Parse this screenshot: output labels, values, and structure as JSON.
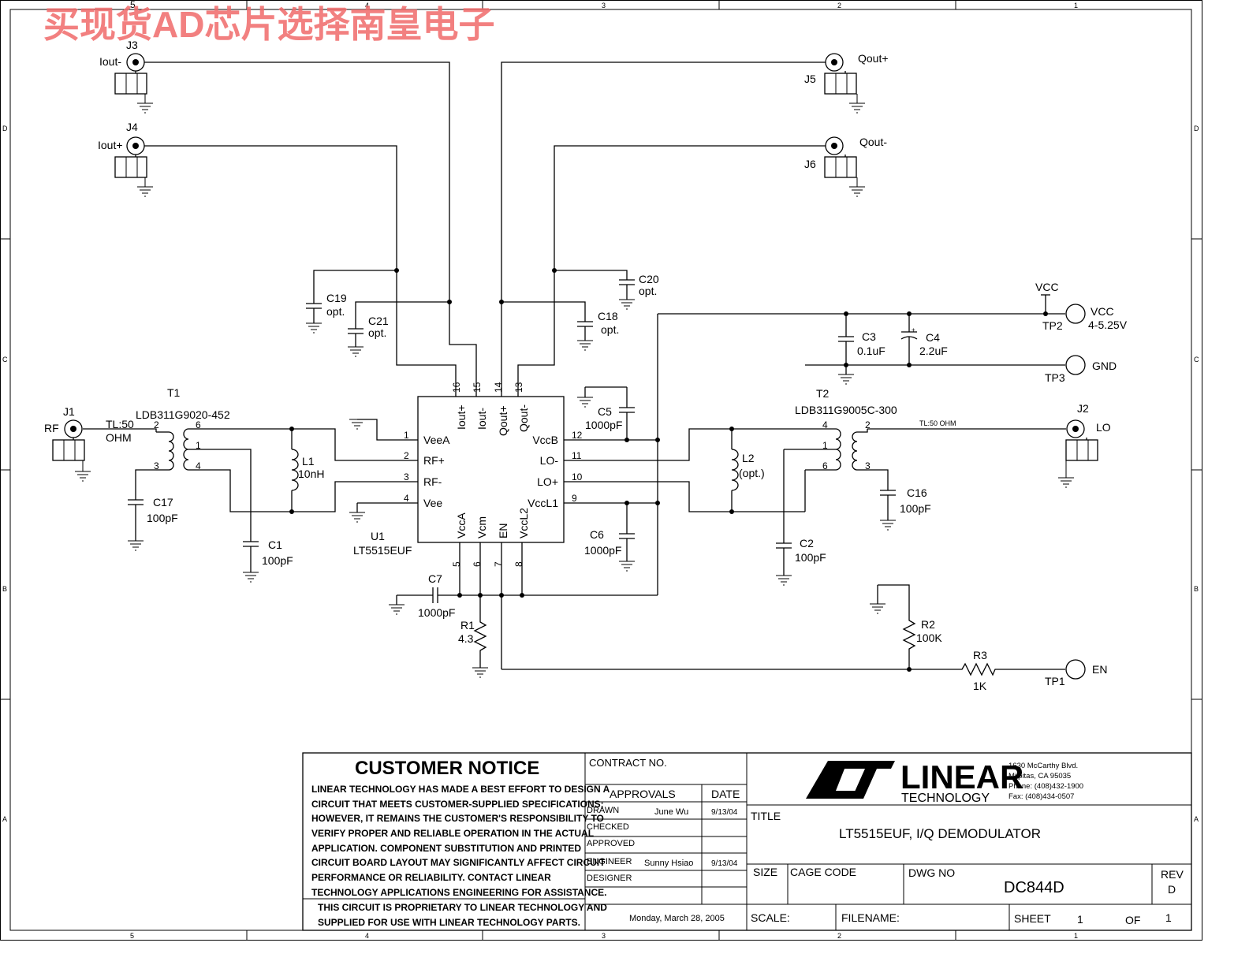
{
  "watermark": "买现货AD芯片选择南皇电子",
  "border": {
    "columns_top": [
      "5",
      "4",
      "3",
      "2",
      "1"
    ],
    "columns_bottom": [
      "5",
      "4",
      "3",
      "2",
      "1"
    ],
    "rows": [
      "D",
      "C",
      "B",
      "A"
    ]
  },
  "components": {
    "J3": {
      "ref": "J3",
      "net": "Iout-"
    },
    "J4": {
      "ref": "J4",
      "net": "Iout+"
    },
    "J5": {
      "ref": "J5",
      "net": "Qout+"
    },
    "J6": {
      "ref": "J6",
      "net": "Qout-"
    },
    "J1": {
      "ref": "J1",
      "net": "RF"
    },
    "J2": {
      "ref": "J2",
      "net": "LO"
    },
    "T1": {
      "ref": "T1",
      "value": "LDB311G9020-452",
      "pins": [
        "2",
        "6",
        "1",
        "3",
        "4"
      ]
    },
    "T2": {
      "ref": "T2",
      "value": "LDB311G9005C-300",
      "pins": [
        "4",
        "2",
        "1",
        "6",
        "3"
      ]
    },
    "TL1": {
      "line1": "TL:50",
      "line2": "OHM"
    },
    "TL2": {
      "text": "TL:50 OHM"
    },
    "L1": {
      "ref": "L1",
      "value": "10nH"
    },
    "L2": {
      "ref": "L2",
      "value": "(opt.)"
    },
    "C1": {
      "ref": "C1",
      "value": "100pF"
    },
    "C2": {
      "ref": "C2",
      "value": "100pF"
    },
    "C3": {
      "ref": "C3",
      "value": "0.1uF"
    },
    "C4": {
      "ref": "C4",
      "value": "2.2uF",
      "polarity": "+"
    },
    "C5": {
      "ref": "C5",
      "value": "1000pF"
    },
    "C6": {
      "ref": "C6",
      "value": "1000pF"
    },
    "C7": {
      "ref": "C7",
      "value": "1000pF"
    },
    "C16": {
      "ref": "C16",
      "value": "100pF"
    },
    "C17": {
      "ref": "C17",
      "value": "100pF"
    },
    "C18": {
      "ref": "C18",
      "value": "opt."
    },
    "C19": {
      "ref": "C19",
      "value": "opt."
    },
    "C20": {
      "ref": "C20",
      "value": "opt."
    },
    "C21": {
      "ref": "C21",
      "value": "opt."
    },
    "R1": {
      "ref": "R1",
      "value": "4.3"
    },
    "R2": {
      "ref": "R2",
      "value": "100K"
    },
    "R3": {
      "ref": "R3",
      "value": "1K"
    },
    "TP1": {
      "ref": "TP1",
      "net": "EN"
    },
    "TP2": {
      "ref": "TP2",
      "net": "VCC",
      "range": "4-5.25V"
    },
    "TP3": {
      "ref": "TP3",
      "net": "GND"
    },
    "VCC_flag": "VCC",
    "U1": {
      "ref": "U1",
      "part": "LT5515EUF",
      "top_pins": [
        {
          "num": "16",
          "name": "Iout+"
        },
        {
          "num": "15",
          "name": "Iout-"
        },
        {
          "num": "14",
          "name": "Qout+"
        },
        {
          "num": "13",
          "name": "Qout-"
        }
      ],
      "left_pins": [
        {
          "num": "1",
          "name": "VeeA"
        },
        {
          "num": "2",
          "name": "RF+"
        },
        {
          "num": "3",
          "name": "RF-"
        },
        {
          "num": "4",
          "name": "Vee"
        }
      ],
      "right_pins": [
        {
          "num": "12",
          "name": "VccB"
        },
        {
          "num": "11",
          "name": "LO-"
        },
        {
          "num": "10",
          "name": "LO+"
        },
        {
          "num": "9",
          "name": "VccL1"
        }
      ],
      "bottom_pins": [
        {
          "num": "5",
          "name": "VccA"
        },
        {
          "num": "6",
          "name": "Vcm"
        },
        {
          "num": "7",
          "name": "EN"
        },
        {
          "num": "8",
          "name": "VccL2"
        }
      ]
    }
  },
  "title_block": {
    "notice_title": "CUSTOMER NOTICE",
    "notice_lines": [
      "LINEAR TECHNOLOGY HAS MADE A BEST EFFORT TO DESIGN A",
      "CIRCUIT THAT MEETS CUSTOMER-SUPPLIED SPECIFICATIONS;",
      "HOWEVER, IT REMAINS THE CUSTOMER'S RESPONSIBILITY TO",
      "VERIFY PROPER AND RELIABLE OPERATION IN THE ACTUAL",
      "APPLICATION.  COMPONENT SUBSTITUTION AND PRINTED",
      "CIRCUIT BOARD LAYOUT MAY SIGNIFICANTLY AFFECT CIRCUIT",
      "PERFORMANCE OR RELIABILITY.  CONTACT LINEAR",
      "TECHNOLOGY APPLICATIONS ENGINEERING FOR ASSISTANCE."
    ],
    "proprietary_lines": [
      "THIS CIRCUIT IS PROPRIETARY TO LINEAR TECHNOLOGY AND",
      "SUPPLIED FOR USE WITH LINEAR TECHNOLOGY PARTS."
    ],
    "contract_no": "CONTRACT NO.",
    "approvals": "APPROVALS",
    "date": "DATE",
    "drawn_label": "DRAWN",
    "drawn_name": "June Wu",
    "drawn_date": "9/13/04",
    "checked_label": "CHECKED",
    "approved_label": "APPROVED",
    "engineer_label": "ENGINEER",
    "engineer_name": "Sunny Hsiao",
    "engineer_date": "9/13/04",
    "designer_label": "DESIGNER",
    "print_date": "Monday, March 28, 2005",
    "logo_word": "LINEAR",
    "logo_sub": "TECHNOLOGY",
    "address": [
      "1630 McCarthy Blvd.",
      "Milpitas, CA 95035",
      "Phone: (408)432-1900",
      "Fax: (408)434-0507"
    ],
    "title_label": "TITLE",
    "title": "LT5515EUF, I/Q DEMODULATOR",
    "size_label": "SIZE",
    "cage_label": "CAGE CODE",
    "dwg_label": "DWG NO",
    "dwg_no": "DC844D",
    "rev_label": "REV",
    "rev": "D",
    "scale_label": "SCALE:",
    "filename_label": "FILENAME:",
    "sheet_label": "SHEET",
    "sheet_no": "1",
    "of_label": "OF",
    "of_no": "1"
  }
}
